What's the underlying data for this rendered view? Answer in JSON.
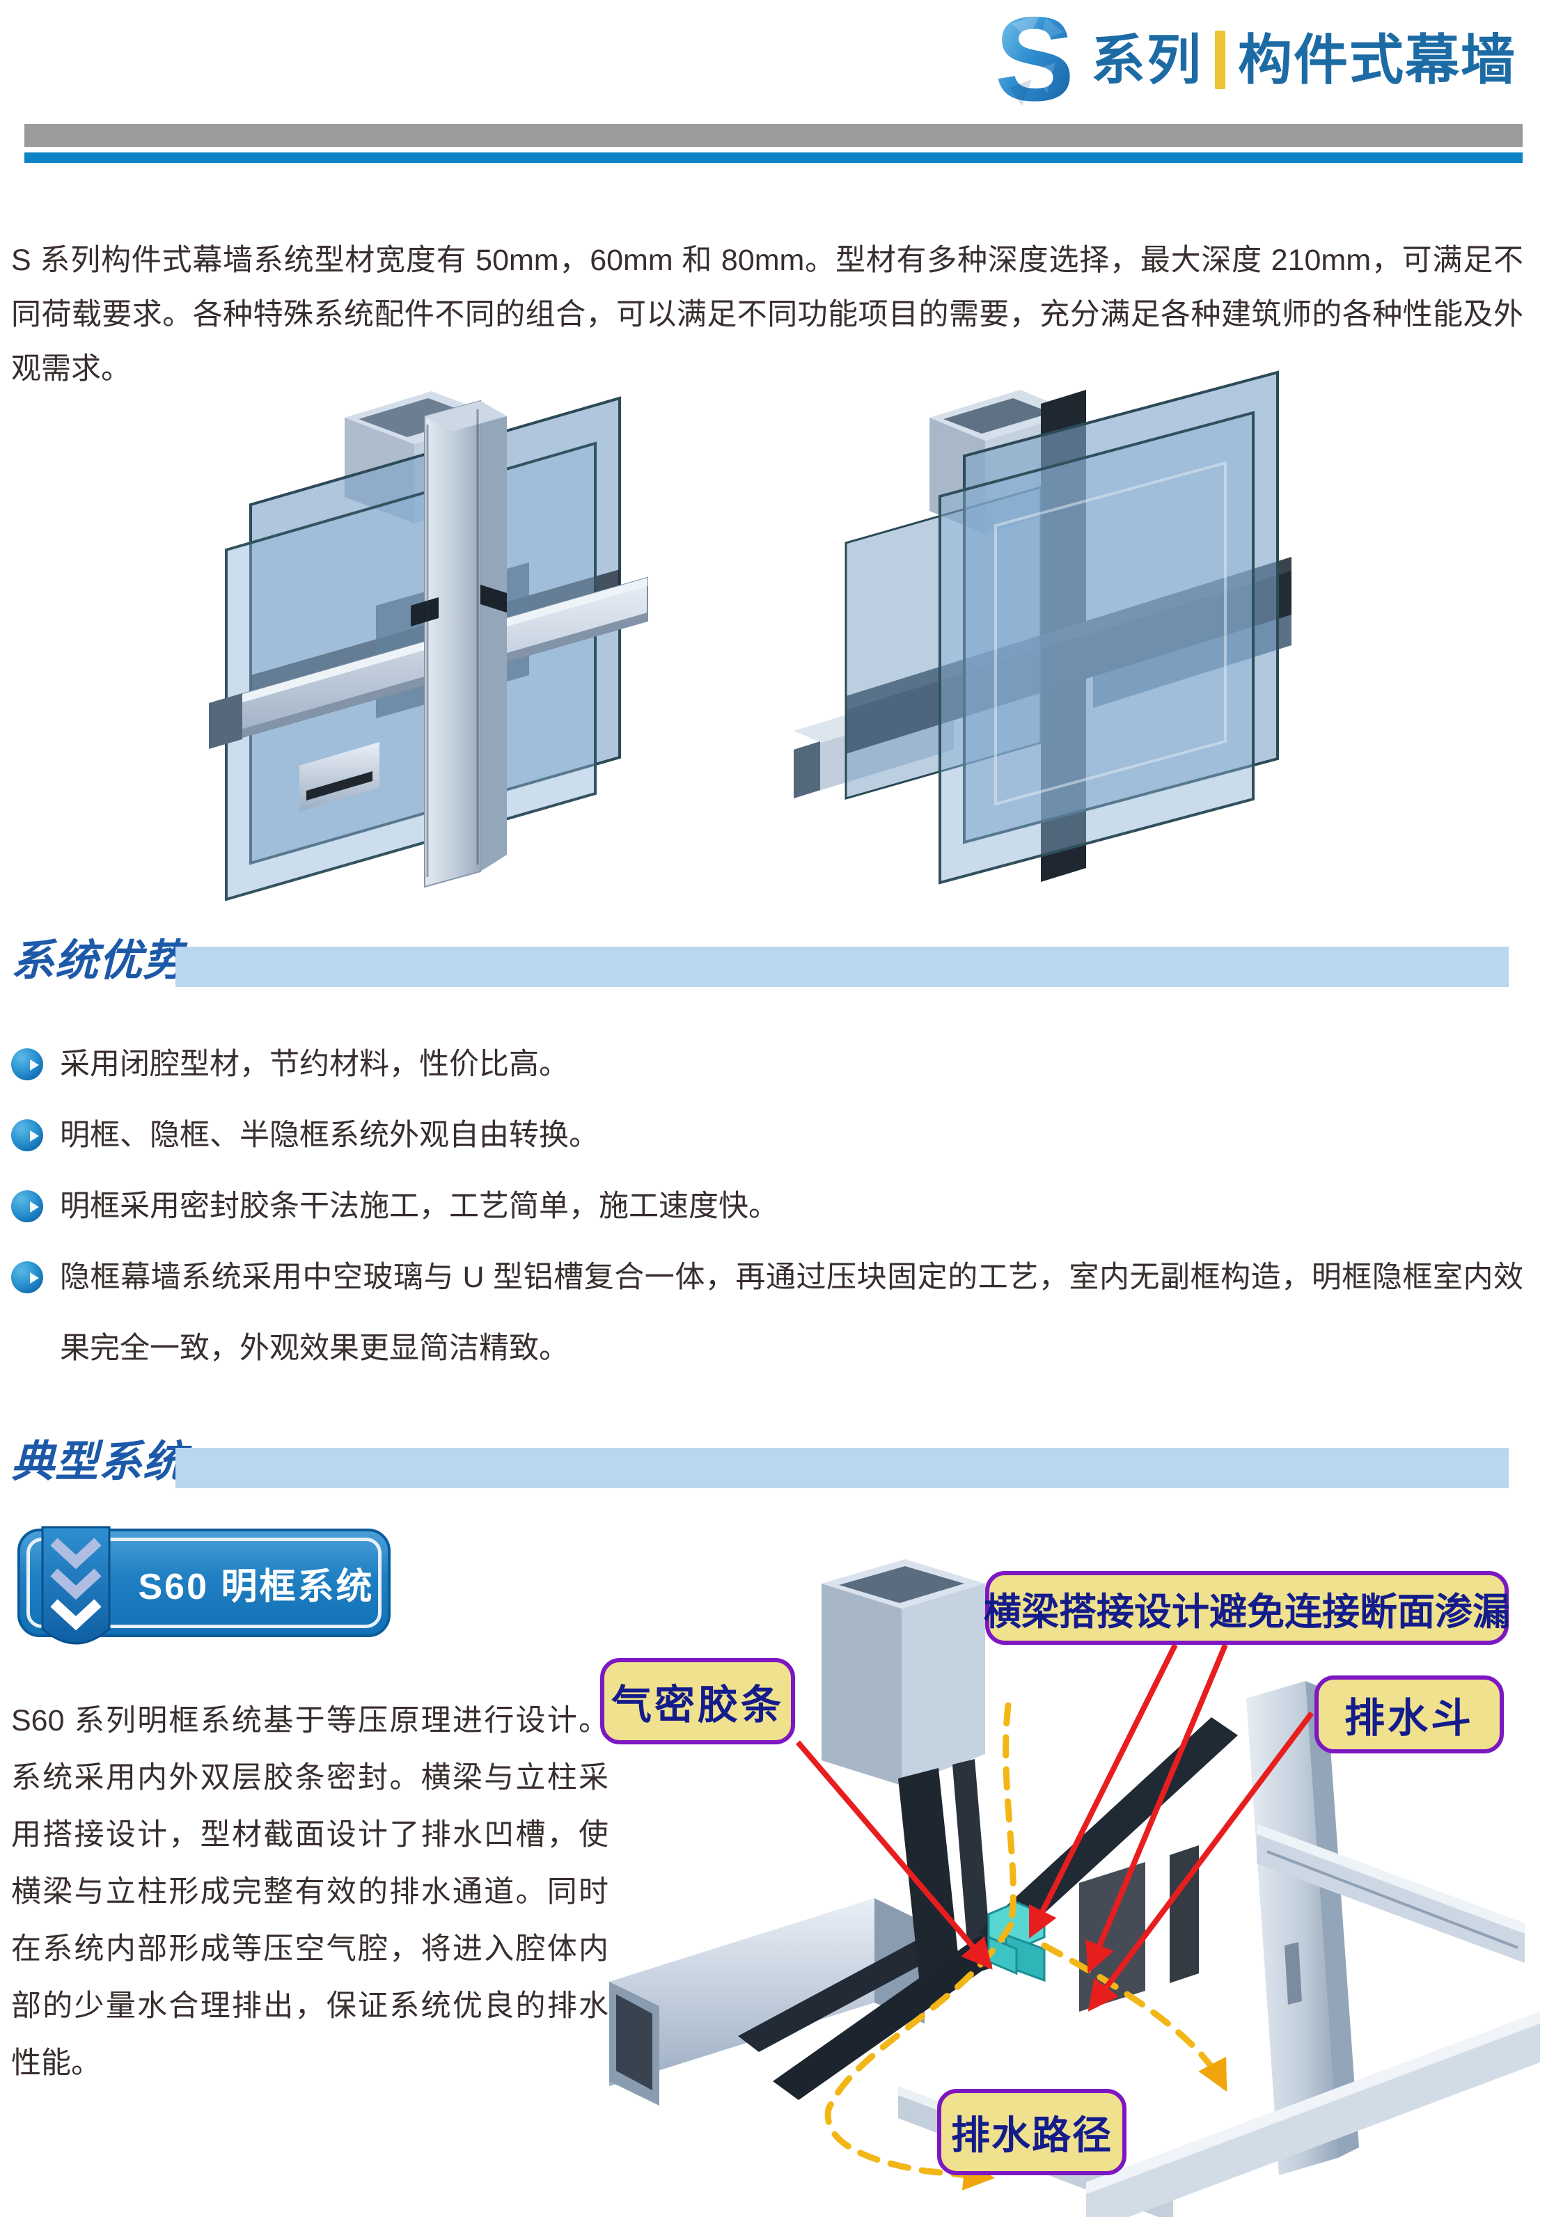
{
  "header": {
    "logo_letter": "S",
    "series_label": "系列",
    "product_label": "构件式幕墙"
  },
  "intro": "S 系列构件式幕墙系统型材宽度有 50mm，60mm 和 80mm。型材有多种深度选择，最大深度 210mm，可满足不同荷载要求。各种特殊系统配件不同的组合，可以满足不同功能项目的需要，充分满足各种建筑师的各种性能及外观需求。",
  "sections": {
    "advantages": {
      "title": "系统优势",
      "bullets": [
        "采用闭腔型材，节约材料，性价比高。",
        "明框、隐框、半隐框系统外观自由转换。",
        "明框采用密封胶条干法施工，工艺简单，施工速度快。",
        "隐框幕墙系统采用中空玻璃与 U 型铝槽复合一体，再通过压块固定的工艺，室内无副框构造，明框隐框室内效果完全一致，外观效果更显简洁精致。"
      ]
    },
    "typical": {
      "title": "典型系统",
      "badge_label": "S60 明框系统",
      "description": "S60 系列明框系统基于等压原理进行设计。系统采用内外双层胶条密封。横梁与立柱采用搭接设计，型材截面设计了排水凹槽，使横梁与立柱形成完整有效的排水通道。同时在系统内部形成等压空气腔，将进入腔体内部的少量水合理排出，保证系统优良的排水性能。",
      "callouts": {
        "beam_joint": "横梁搭接设计避免连接断面渗漏",
        "gasket": "气密胶条",
        "drain_hopper": "排水斗",
        "drain_path": "排水路径"
      }
    }
  },
  "colors": {
    "title_blue": "#1d6ba5",
    "section_blue": "#1d59a9",
    "accent_yellow": "#edc431",
    "gray_bar": "#9b9b9b",
    "blue_bar": "#0d82c5",
    "light_blue_bar": "#b9d7ef",
    "callout_bg": "#efe18d",
    "callout_border": "#7d17c1",
    "callout_text": "#141c8c",
    "badge_blue": "#1271b5"
  }
}
